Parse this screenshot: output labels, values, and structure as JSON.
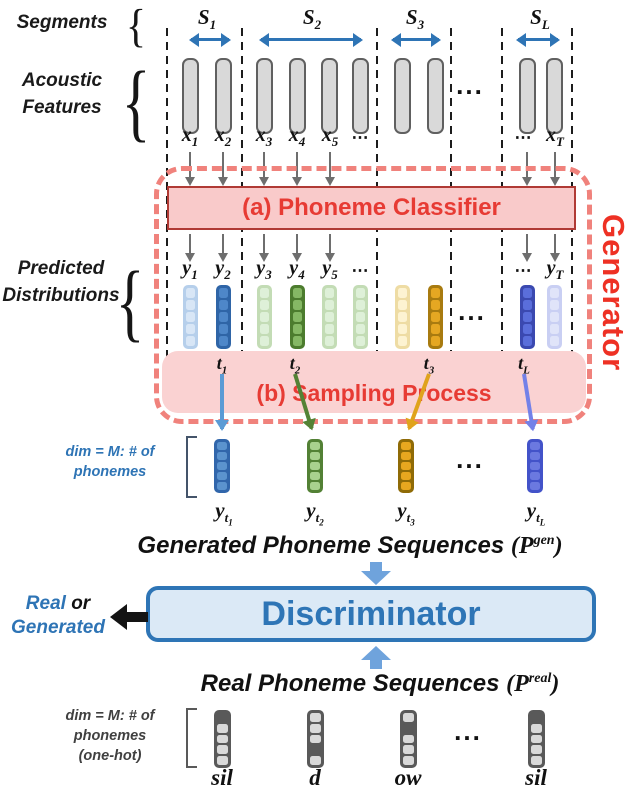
{
  "left_labels": {
    "segments": "Segments",
    "acoustic1": "Acoustic",
    "acoustic2": "Features",
    "predicted1": "Predicted",
    "predicted2": "Distributions"
  },
  "s_labels": [
    {
      "b": "S",
      "s": "1"
    },
    {
      "b": "S",
      "s": "2"
    },
    {
      "b": "S",
      "s": "3"
    },
    {
      "b": "S",
      "s": "L"
    }
  ],
  "x_labels": [
    {
      "b": "x",
      "s": "1"
    },
    {
      "b": "x",
      "s": "2"
    },
    {
      "b": "x",
      "s": "3"
    },
    {
      "b": "x",
      "s": "4"
    },
    {
      "b": "x",
      "s": "5"
    },
    {
      "b": "x",
      "s": "T"
    }
  ],
  "y_labels": [
    {
      "b": "y",
      "s": "1"
    },
    {
      "b": "y",
      "s": "2"
    },
    {
      "b": "y",
      "s": "3"
    },
    {
      "b": "y",
      "s": "4"
    },
    {
      "b": "y",
      "s": "5"
    },
    {
      "b": "y",
      "s": "T"
    }
  ],
  "t_labels": [
    {
      "b": "t",
      "s": "1"
    },
    {
      "b": "t",
      "s": "2"
    },
    {
      "b": "t",
      "s": "3"
    },
    {
      "b": "t",
      "s": "L"
    }
  ],
  "yt_labels": [
    {
      "b": "y",
      "s": "t",
      "ss": "1"
    },
    {
      "b": "y",
      "s": "t",
      "ss": "2"
    },
    {
      "b": "y",
      "s": "t",
      "ss": "3"
    },
    {
      "b": "y",
      "s": "t",
      "ss": "L"
    }
  ],
  "boxes": {
    "classifier": "(a) Phoneme Classifier",
    "sampling": "(b) Sampling Process",
    "generator": "Generator",
    "discriminator": "Discriminator"
  },
  "dim_gen": {
    "l1": "dim = M: # of",
    "l2": "phonemes"
  },
  "dim_real": {
    "l1": "dim = M: # of",
    "l2": "phonemes",
    "l3": "(one-hot)"
  },
  "captions": {
    "generated": "Generated Phoneme Sequences",
    "real": "Real Phoneme Sequences",
    "open": "(",
    "close": ")",
    "p": "P",
    "gen_sup": "gen",
    "real_sup": "real"
  },
  "verdict": {
    "real": "Real",
    "or": " or",
    "generated": "Generated"
  },
  "phonemes": [
    "sil",
    "d",
    "ow",
    "sil"
  ],
  "ellipsis": {
    "big": "...",
    "mid": "⋯"
  },
  "colors": {
    "accent_red": "#e73b34",
    "generator_dash": "#f0827c",
    "classifier_fill": "#f9caca",
    "classifier_border": "#b03a35",
    "sampling_fill": "#fad2d2",
    "accent_blue": "#2e74b5",
    "discriminator_fill": "#dbe9f6",
    "discriminator_border": "#2e75b6",
    "chevron_blue": "#6fa3dc",
    "bar_gray": "#d9d9d9",
    "onehot_dark": "#595959",
    "vec_blue": "#4e87c9",
    "vec_green": "#85b864",
    "vec_gold": "#e5a722",
    "vec_violet": "#5a6edb"
  }
}
